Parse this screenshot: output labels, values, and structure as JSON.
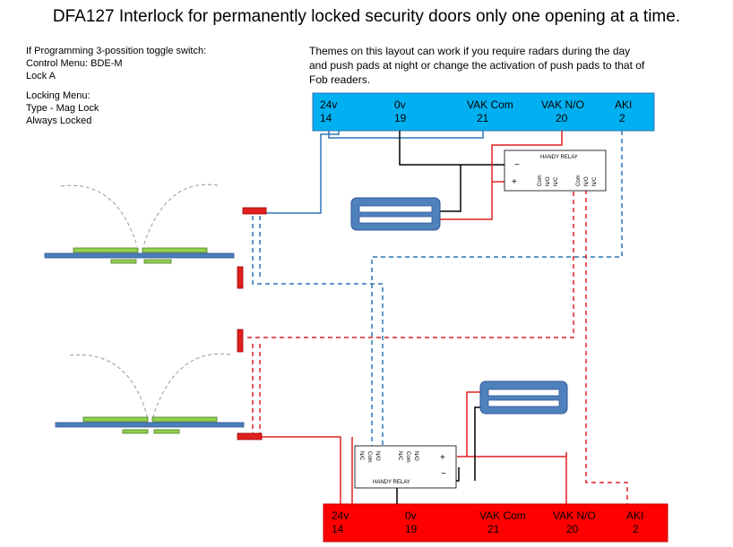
{
  "title": "DFA127 Interlock for permanently locked security doors only one opening at a time.",
  "notes": {
    "line1": "If Programming 3-possition toggle switch:",
    "line2": "Control Menu:  BDE-M",
    "line3": "Lock A",
    "line4": "Locking Menu:",
    "line5": "Type - Mag Lock",
    "line6": "Always Locked"
  },
  "themes": {
    "line1": "Themes on this layout can work if you require radars during the day",
    "line2": "and push pads at night or change the activation of push pads to that of",
    "line3": "Fob readers."
  },
  "top_board": {
    "color": "#00b0f0",
    "terminals": [
      {
        "name": "24v",
        "num": "14"
      },
      {
        "name": "0v",
        "num": "19"
      },
      {
        "name": "VAK Com",
        "num": "21"
      },
      {
        "name": "VAK N/O",
        "num": "20"
      },
      {
        "name": "AKI",
        "num": "2"
      }
    ]
  },
  "bottom_board": {
    "color": "#ff0000",
    "terminals": [
      {
        "name": "24v",
        "num": "14"
      },
      {
        "name": "0v",
        "num": "19"
      },
      {
        "name": "VAK Com",
        "num": "21"
      },
      {
        "name": "VAK N/O",
        "num": "20"
      },
      {
        "name": "AKI",
        "num": "2"
      }
    ]
  },
  "relay_top": {
    "label": "HANDY RELAY",
    "minus": "−",
    "plus": "+",
    "contacts": [
      "Com",
      "N/O",
      "N/C",
      "Com",
      "N/O",
      "N/C"
    ]
  },
  "relay_bottom": {
    "label": "HANDY RELAY",
    "minus": "−",
    "plus": "+",
    "contacts": [
      "N/C",
      "Com",
      "N/O",
      "N/C",
      "Com",
      "N/O"
    ]
  },
  "colors": {
    "blue_wire": "#2e75b6",
    "red_wire": "#e02020",
    "black_wire": "#000000",
    "maglock_fill": "#4f81bd",
    "door_leaf": "#92d050",
    "floor": "#4a7ebb"
  }
}
